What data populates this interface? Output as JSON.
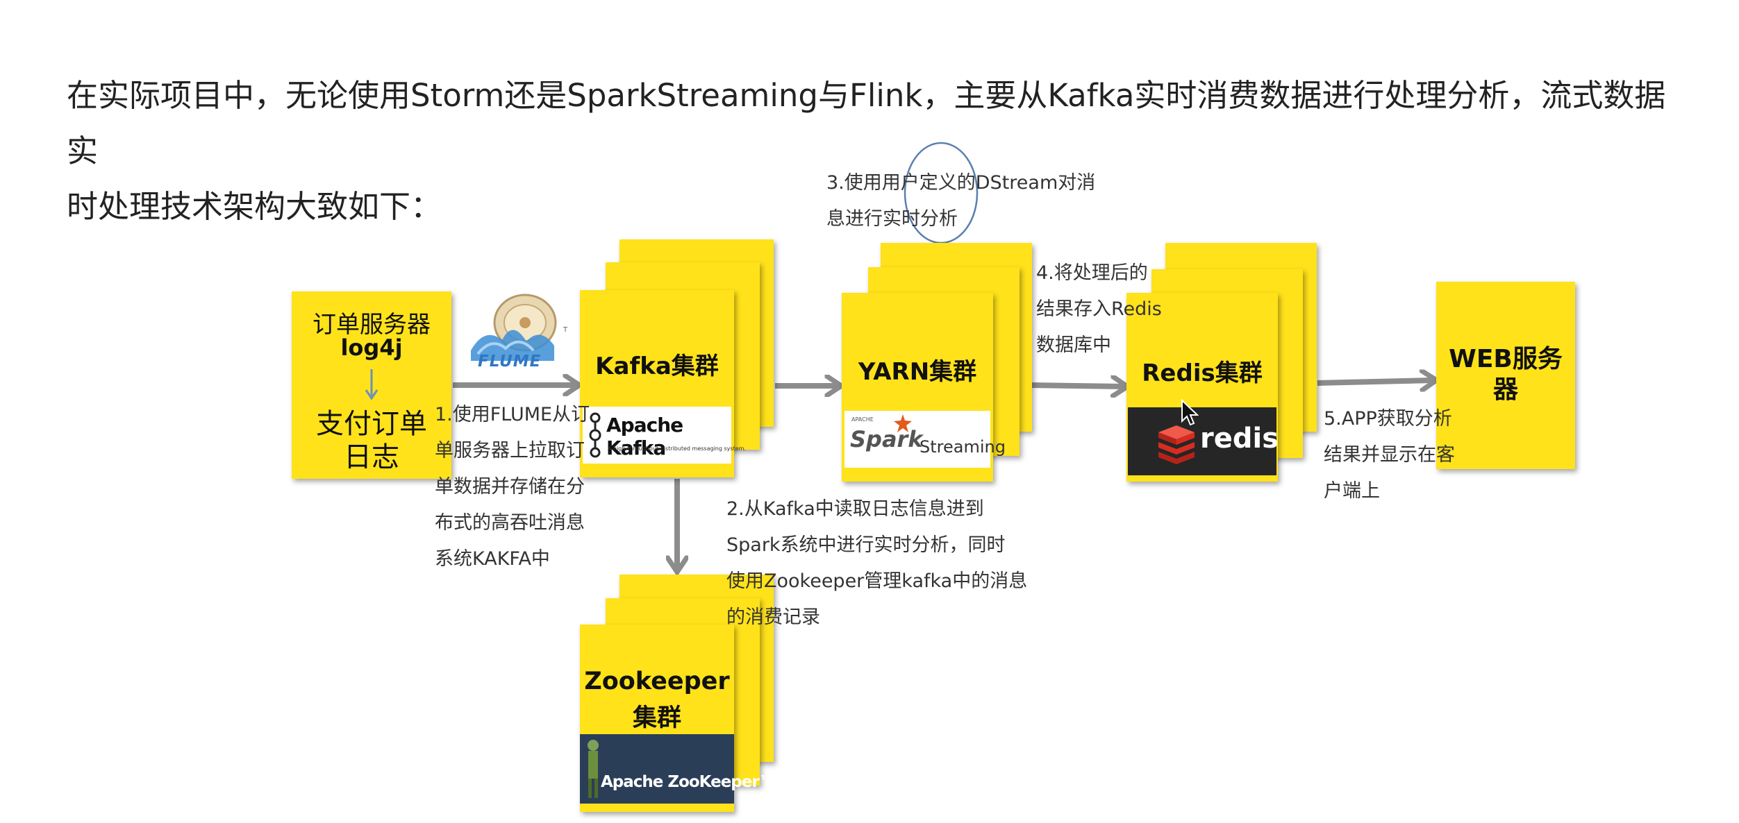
{
  "intro": {
    "line1": "在实际项目中，无论使用Storm还是SparkStreaming与Flink，主要从Kafka实时消费数据进行处理分析，流式数据实",
    "line2": "时处理技术架构大致如下："
  },
  "nodes": {
    "order_server": {
      "line1": "订单服务器",
      "line2": "log4j",
      "line3": "支付订单",
      "line4": "日志"
    },
    "flume": {
      "logo": "FLUME",
      "icon": "flume-logo-icon"
    },
    "kafka": {
      "title": "Kafka集群",
      "logo": "Apache Kafka",
      "tagline": "A high-throughput distributed messaging system."
    },
    "yarn": {
      "title": "YARN集群",
      "logo_spark": "Spark",
      "logo_streaming": "Streaming",
      "logo_apache": "APACHE"
    },
    "redis": {
      "title": "Redis集群",
      "logo": "redis"
    },
    "web": {
      "title": "WEB服务器"
    },
    "zookeeper": {
      "line1": "Zookeeper",
      "line2": "集群",
      "logo": "Apache ZooKeeper™"
    }
  },
  "notes": {
    "n1": [
      "1.使用FLUME从订",
      "单服务器上拉取订",
      "单数据并存储在分",
      "布式的高吞吐消息",
      "系统KAKFA中"
    ],
    "n2": [
      "2.从Kafka中读取日志信息进到",
      "Spark系统中进行实时分析，同时",
      "使用Zookeeper管理kafka中的消息",
      "的消费记录"
    ],
    "n3": [
      "3.使用用户定义的DStream对消",
      "息进行实时分析"
    ],
    "n4": [
      "4.将处理后的",
      "结果存入Redis",
      "数据库中"
    ],
    "n5": [
      "5.APP获取分析",
      "结果并显示在客",
      "户端上"
    ]
  },
  "colors": {
    "box_yellow": "#ffe21a",
    "arrow_gray": "#8c8c8c",
    "annotation_blue": "#5b7fb0",
    "redis_dark": "#262626",
    "redis_red": "#d82c20",
    "zk_navy": "#2b3e57"
  }
}
